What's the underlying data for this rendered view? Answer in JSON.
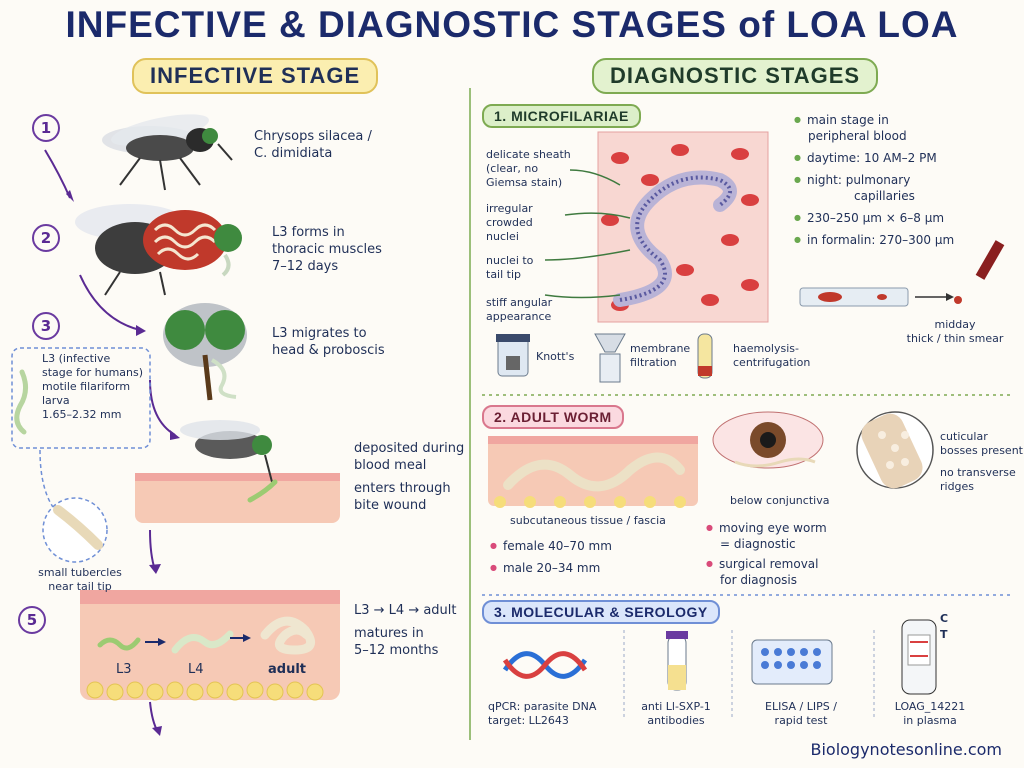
{
  "title": "INFECTIVE & DIAGNOSTIC STAGES of LOA LOA",
  "infective": {
    "heading": "INFECTIVE STAGE",
    "steps": [
      {
        "num": "1",
        "line1": "Chrysops silacea /",
        "line2": "C. dimidiata",
        "line3": ""
      },
      {
        "num": "2",
        "line1": "L3 forms in",
        "line2": "thoracic muscles",
        "line3": "7–12 days"
      },
      {
        "num": "3",
        "line1": "L3 migrates to",
        "line2": "head & proboscis",
        "line3": ""
      },
      {
        "num": "",
        "line1": "deposited during",
        "line2": "blood meal",
        "line3": "enters through",
        "line4": "bite wound"
      },
      {
        "num": "5",
        "line1": "L3 → L4 → adult",
        "line2": "matures in",
        "line3": "5–12 months"
      }
    ],
    "note_box": {
      "l1": "L3 (infective",
      "l2": "stage for humans)",
      "l3": "motile filariform",
      "l4": "larva",
      "l5": "1.65–2.32 mm"
    },
    "tail_note": {
      "l1": "small tubercles",
      "l2": "near tail tip"
    },
    "stage_labels": [
      "L3",
      "L4",
      "adult"
    ]
  },
  "diagnostic": {
    "heading": "DIAGNOSTIC STAGES",
    "micro": {
      "heading": "1. MICROFILARIAE",
      "labels": [
        {
          "l1": "delicate sheath",
          "l2": "(clear, no",
          "l3": "Giemsa stain)"
        },
        {
          "l1": "irregular",
          "l2": "crowded",
          "l3": "nuclei"
        },
        {
          "l1": "nuclei to",
          "l2": "tail tip",
          "l3": ""
        },
        {
          "l1": "stiff angular",
          "l2": "appearance",
          "l3": ""
        }
      ],
      "bullets": [
        {
          "l1": "main stage in",
          "l2": "peripheral blood"
        },
        {
          "l1": "daytime: 10 AM–2 PM",
          "l2": ""
        },
        {
          "l1": "night: pulmonary",
          "l2": "capillaries"
        },
        {
          "l1": "230–250 μm × 6–8 μm",
          "l2": ""
        },
        {
          "l1": "in formalin: 270–300 μm",
          "l2": ""
        }
      ],
      "methods": [
        {
          "l1": "Knott's",
          "l2": ""
        },
        {
          "l1": "membrane",
          "l2": "filtration"
        },
        {
          "l1": "haemolysis-",
          "l2": "centrifugation"
        }
      ],
      "smear": {
        "l1": "midday",
        "l2": "thick / thin smear"
      }
    },
    "adult": {
      "heading": "2. ADULT WORM",
      "tissue_label": "subcutaneous tissue / fascia",
      "eye_label": "below conjunctiva",
      "cuticle": {
        "l1": "cuticular",
        "l2": "bosses present",
        "l3": "no transverse",
        "l4": "ridges"
      },
      "left_bullets": [
        "female 40–70 mm",
        "male 20–34 mm"
      ],
      "right_bullets": [
        {
          "l1": "moving eye worm",
          "l2": "= diagnostic"
        },
        {
          "l1": "surgical removal",
          "l2": "for diagnosis"
        }
      ]
    },
    "molecular": {
      "heading": "3. MOLECULAR & SEROLOGY",
      "items": [
        {
          "l1": "qPCR: parasite DNA",
          "l2": "target: LL2643"
        },
        {
          "l1": "anti Ll-SXP-1",
          "l2": "antibodies"
        },
        {
          "l1": "ELISA / LIPS /",
          "l2": "rapid test"
        },
        {
          "l1": "LOAG_14221",
          "l2": "in plasma"
        }
      ],
      "test_marks": [
        "C",
        "T"
      ]
    }
  },
  "footer": "Biologynotesonline.com",
  "colors": {
    "navy": "#1b2a6b",
    "purple": "#5a2a93",
    "green": "#6aa84f",
    "pink": "#d94b7a",
    "skin": "#f6c9b5",
    "fat": "#f6dd7a"
  }
}
